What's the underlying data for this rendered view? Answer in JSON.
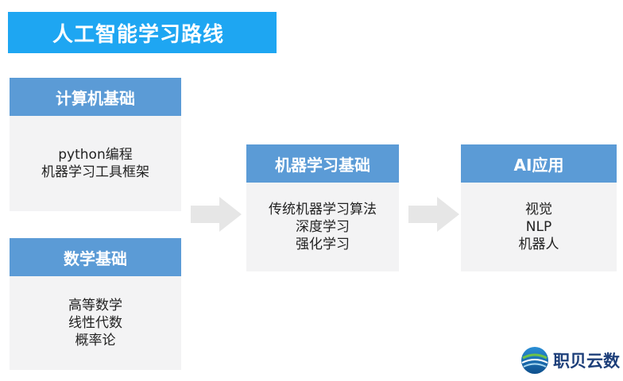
{
  "title": "人工智能学习路线",
  "cards": {
    "computing": {
      "header": "计算机基础",
      "items": [
        "python编程",
        "机器学习工具框架"
      ]
    },
    "math": {
      "header": "数学基础",
      "items": [
        "高等数学",
        "线性代数",
        "概率论"
      ]
    },
    "ml": {
      "header": "机器学习基础",
      "items": [
        "传统机器学习算法",
        "深度学习",
        "强化学习"
      ]
    },
    "ai": {
      "header": "AI应用",
      "items": [
        "视觉",
        "NLP",
        "机器人"
      ]
    }
  },
  "logo": {
    "text": "职贝云数"
  },
  "colors": {
    "title_banner": "#1ea6f2",
    "card_header": "#5b9bd6",
    "card_body": "#f3f3f4",
    "arrow": "#e6e6e6",
    "logo_text": "#1d3f7a"
  }
}
